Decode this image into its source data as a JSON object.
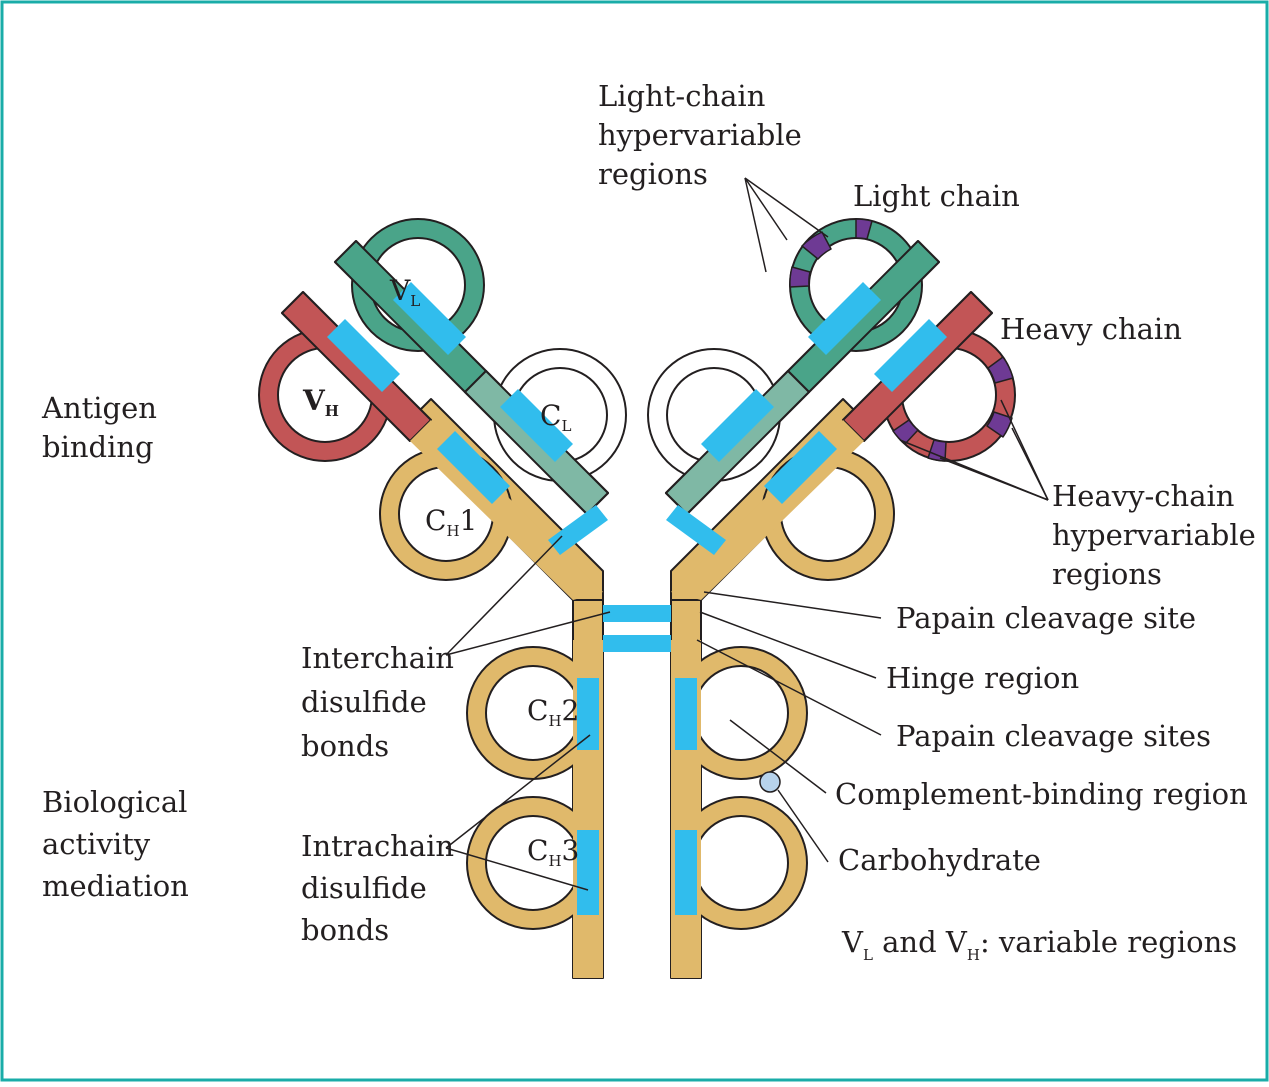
{
  "diagram": {
    "colors": {
      "border": "#1aaca8",
      "light_chain": "#4aa489",
      "light_chain_constant": "#7fb8a5",
      "heavy_chain_variable": "#c25556",
      "heavy_chain_constant": "#e0b96b",
      "disulfide_bond": "#31bded",
      "hypervariable": "#6e3a94",
      "carbohydrate": "#b7d3ec"
    },
    "domains": {
      "vl": {
        "main": "V",
        "sub": "L"
      },
      "vh": {
        "main": "V",
        "sub": "H"
      },
      "cl": {
        "main": "C",
        "sub": "L"
      },
      "ch1": {
        "main": "C",
        "sub": "H",
        "suffix": "1"
      },
      "ch2": {
        "main": "C",
        "sub": "H",
        "suffix": "2"
      },
      "ch3": {
        "main": "C",
        "sub": "H",
        "suffix": "3"
      }
    },
    "labels": {
      "lc_hypervariable": [
        "Light-chain",
        "hypervariable",
        "regions"
      ],
      "light_chain": "Light chain",
      "heavy_chain": "Heavy chain",
      "hc_hypervariable": [
        "Heavy-chain",
        "hypervariable",
        "regions"
      ],
      "antigen_binding": [
        "Antigen",
        "binding"
      ],
      "papain_site": "Papain cleavage site",
      "hinge_region": "Hinge region",
      "papain_sites": "Papain cleavage sites",
      "complement_region": "Complement-binding region",
      "carbohydrate": "Carbohydrate",
      "interchain": [
        "Interchain",
        "disulfide",
        "bonds"
      ],
      "bio_activity": [
        "Biological",
        "activity",
        "mediation"
      ],
      "intrachain": [
        "Intrachain",
        "disulfide",
        "bonds"
      ],
      "variable_note": {
        "v1": "V",
        "s1": "L",
        "mid": " and V",
        "s2": "H",
        "tail": ": variable regions"
      }
    }
  }
}
